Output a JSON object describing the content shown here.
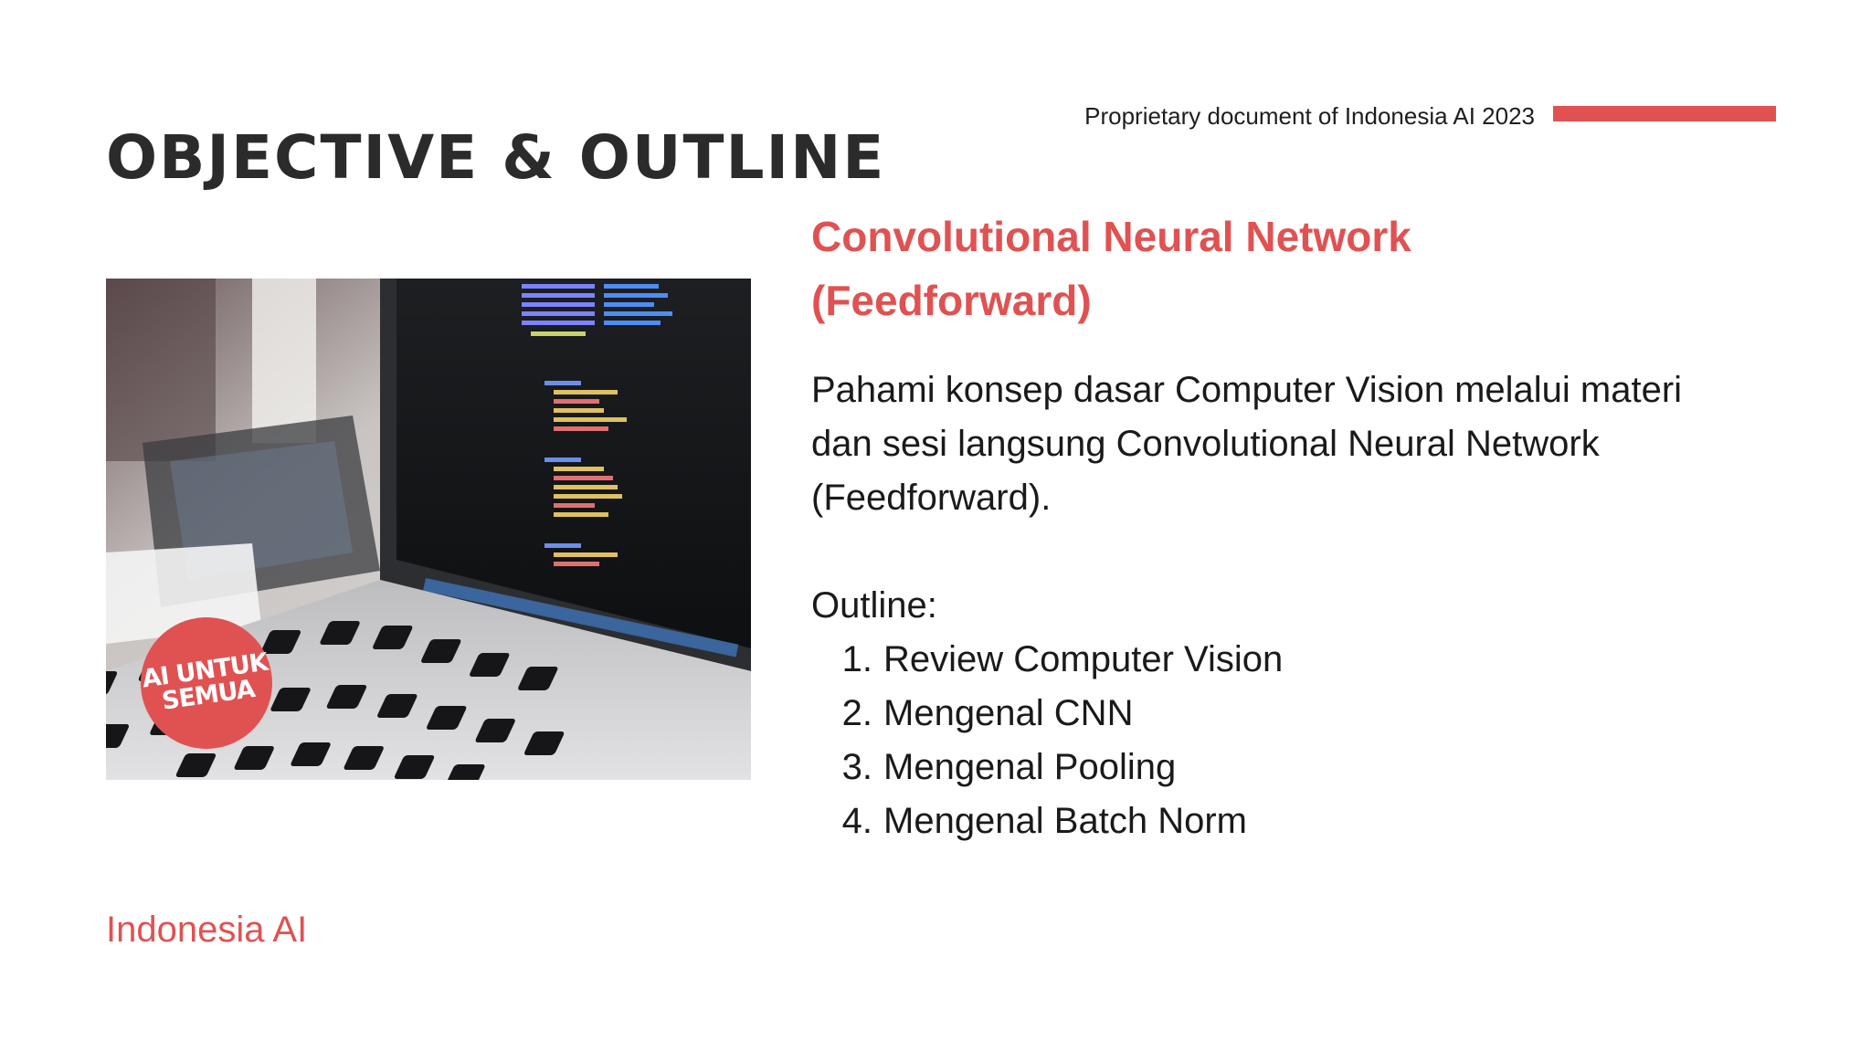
{
  "header": {
    "title": "OBJECTIVE & OUTLINE",
    "proprietary_note": "Proprietary document of Indonesia AI 2023"
  },
  "colors": {
    "accent": "#e05252",
    "text": "#1a1a1a",
    "title": "#2b2b2b"
  },
  "image": {
    "description_icon": "laptop-code-photo",
    "badge": {
      "line1": "AI UNTUK",
      "line2": "SEMUA"
    }
  },
  "main": {
    "subtitle": "Convolutional Neural Network (Feedforward)",
    "intro": "Pahami konsep dasar Computer Vision melalui materi dan sesi langsung Convolutional Neural Network (Feedforward).",
    "outline_heading": "Outline:",
    "outline_items": [
      {
        "number": "1.",
        "label": "Review Computer Vision"
      },
      {
        "number": "2.",
        "label": "Mengenal CNN"
      },
      {
        "number": "3.",
        "label": "Mengenal Pooling"
      },
      {
        "number": "4.",
        "label": "Mengenal Batch Norm"
      }
    ]
  },
  "footer": {
    "brand": "Indonesia AI"
  }
}
